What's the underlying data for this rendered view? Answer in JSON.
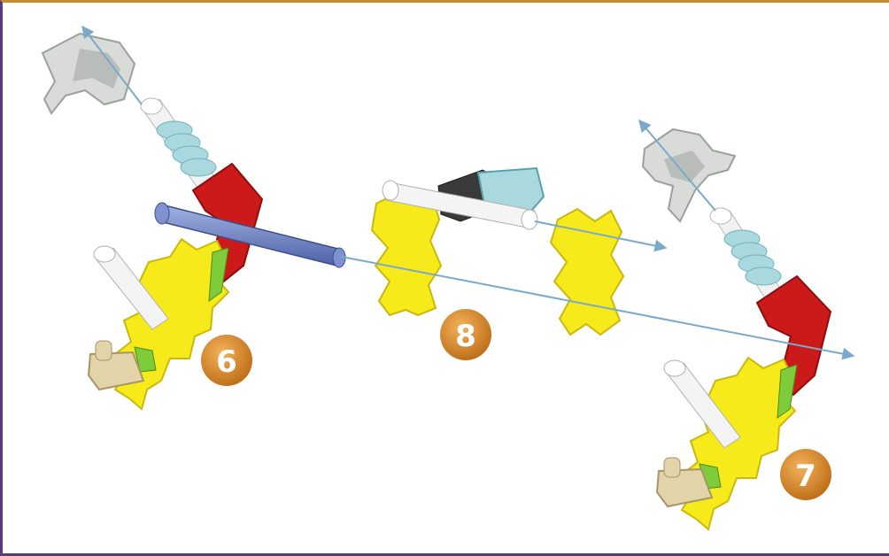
{
  "diagram": {
    "steps": [
      {
        "number": "6"
      },
      {
        "number": "8"
      },
      {
        "number": "7"
      }
    ],
    "colors": {
      "frame_top": "#c98a2e",
      "frame_side": "#5a3a7a",
      "arrow": "#7aa9cc",
      "badge": "#d98a1e",
      "yellow_gear": "#f7ea1a",
      "red_connector": "#cc1a1a",
      "blue_rod": "#6f86c4",
      "grey_connector": "#d8dbd8",
      "light_blue_spacer": "#a9d9de",
      "green_clip": "#7fcc3a",
      "tan_piece": "#e3d3a8"
    },
    "parts": [
      "grey-connector",
      "spacer-rod",
      "red-connector",
      "yellow-gear",
      "blue-rod",
      "white-rod",
      "tan-crank",
      "green-clip",
      "black-belt"
    ]
  }
}
